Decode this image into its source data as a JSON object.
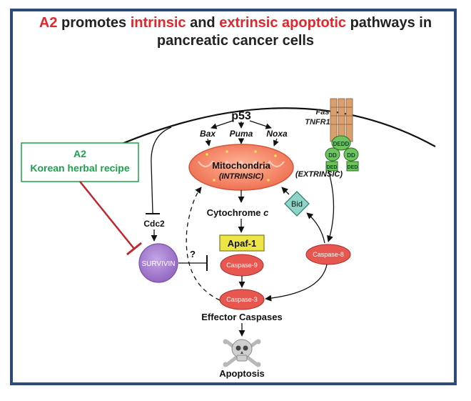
{
  "title": {
    "w1": "A2",
    "w2": "promotes",
    "w3": "intrinsic",
    "w4": "and",
    "w5": "extrinsic apoptotic",
    "w6": "pathways in",
    "line2": "pancreatic cancer cells"
  },
  "colors": {
    "title_red": "#e2262c",
    "frame_blue": "#2e4a7a",
    "box_green": "#1aa34a",
    "inhibit_red": "#c0262c",
    "mito_orange": "#f0795c",
    "caspase_red": "#e8574f",
    "survivin_purple": "#a17bc9",
    "apaf_yellow": "#ece545",
    "bid_teal": "#8fd4c8",
    "receptor_orange": "#d9a06e",
    "adaptor_green": "#6cc45a"
  },
  "a2_box": {
    "name": "A2",
    "subtitle": "Korean herbal recipe"
  },
  "receptor": {
    "line1": "Fas",
    "line2": "TNFR1"
  },
  "dd_1": "DD",
  "dd_2": "DD",
  "dedd": "DEDD",
  "ded_1": "DED",
  "ded_2": "DED",
  "p53": "p53",
  "bax": "Bax",
  "puma": "Puma",
  "noxa": "Noxa",
  "mito": {
    "line1": "Mitochondria",
    "line2": "(INTRINSIC)"
  },
  "extrinsic": "(EXTRINSIC)",
  "cytc": {
    "prefix": "Cytochrome",
    "suffix": "c"
  },
  "bid": "Bid",
  "cdc2": "Cdc2",
  "apaf": "Apaf-1",
  "survivin": "SURVIVIN",
  "question": "?",
  "casp9": "Caspase-9",
  "casp8": "Caspase-8",
  "casp3": "Caspase-3",
  "effector": "Effector Caspases",
  "apoptosis": "Apoptosis"
}
